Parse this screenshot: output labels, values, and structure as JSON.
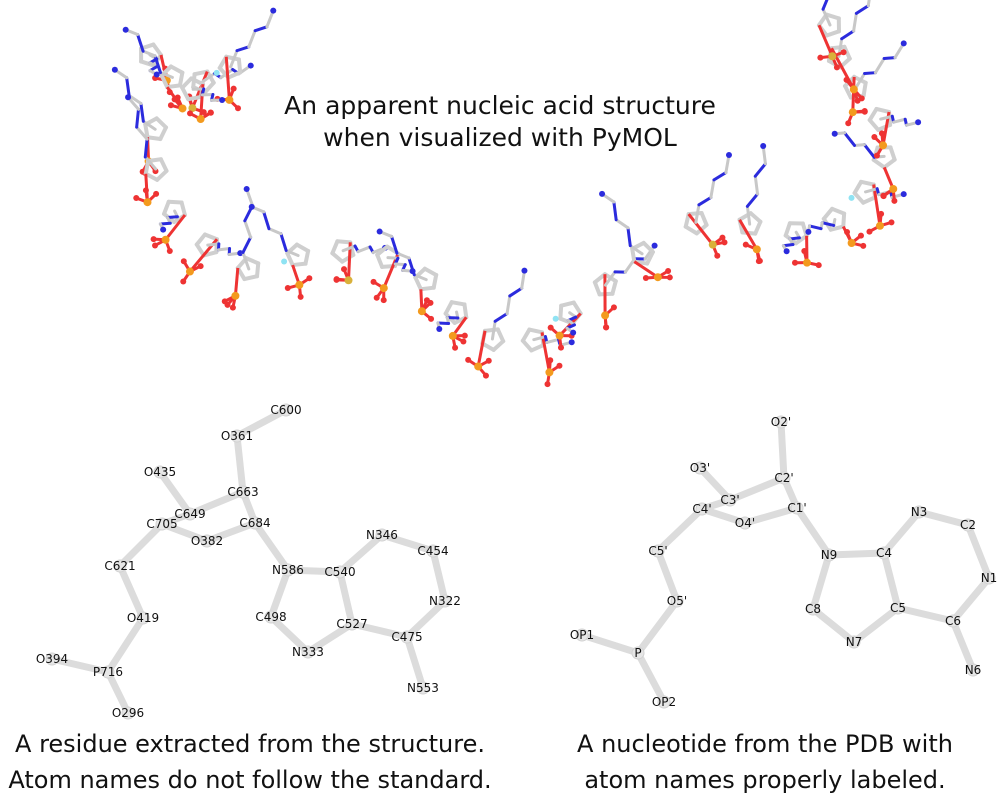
{
  "title": {
    "line1": "An apparent nucleic acid structure",
    "line2": "when visualized with PyMOL"
  },
  "captions": {
    "left": {
      "line1": "A residue extracted from the structure.",
      "line2": "Atom names do not follow the standard."
    },
    "right": {
      "line1": "A nucleotide from the PDB with",
      "line2": "atom names properly labeled."
    }
  },
  "colors": {
    "carbon": "#d9d9d9",
    "nitrogen": "#2b2bdd",
    "oxygen": "#ee3333",
    "phosphorus": "#f39a1e",
    "sulfur": "#d9b13a",
    "fluorine": "#8fe3f3"
  },
  "left_residue": {
    "atoms": [
      {
        "id": "C600",
        "label": "C600"
      },
      {
        "id": "O361",
        "label": "O361"
      },
      {
        "id": "O435",
        "label": "O435"
      },
      {
        "id": "C663",
        "label": "C663"
      },
      {
        "id": "C649",
        "label": "C649"
      },
      {
        "id": "C705",
        "label": "C705"
      },
      {
        "id": "C684",
        "label": "C684"
      },
      {
        "id": "O382",
        "label": "O382"
      },
      {
        "id": "N346",
        "label": "N346"
      },
      {
        "id": "C454",
        "label": "C454"
      },
      {
        "id": "C621",
        "label": "C621"
      },
      {
        "id": "N586",
        "label": "N586"
      },
      {
        "id": "C540",
        "label": "C540"
      },
      {
        "id": "N322",
        "label": "N322"
      },
      {
        "id": "O419",
        "label": "O419"
      },
      {
        "id": "C498",
        "label": "C498"
      },
      {
        "id": "C527",
        "label": "C527"
      },
      {
        "id": "C475",
        "label": "C475"
      },
      {
        "id": "N333",
        "label": "N333"
      },
      {
        "id": "O394",
        "label": "O394"
      },
      {
        "id": "P716",
        "label": "P716"
      },
      {
        "id": "N553",
        "label": "N553"
      },
      {
        "id": "O296",
        "label": "O296"
      }
    ]
  },
  "right_residue": {
    "atoms": [
      {
        "id": "O2p",
        "label": "O2'"
      },
      {
        "id": "O3p",
        "label": "O3'"
      },
      {
        "id": "C2p",
        "label": "C2'"
      },
      {
        "id": "C3p",
        "label": "C3'"
      },
      {
        "id": "C4p",
        "label": "C4'"
      },
      {
        "id": "C1p",
        "label": "C1'"
      },
      {
        "id": "O4p",
        "label": "O4'"
      },
      {
        "id": "N3",
        "label": "N3"
      },
      {
        "id": "C2",
        "label": "C2"
      },
      {
        "id": "C5p",
        "label": "C5'"
      },
      {
        "id": "N9",
        "label": "N9"
      },
      {
        "id": "C4",
        "label": "C4"
      },
      {
        "id": "N1",
        "label": "N1"
      },
      {
        "id": "O5p",
        "label": "O5'"
      },
      {
        "id": "C8",
        "label": "C8"
      },
      {
        "id": "C5",
        "label": "C5"
      },
      {
        "id": "C6",
        "label": "C6"
      },
      {
        "id": "OP1",
        "label": "OP1"
      },
      {
        "id": "P",
        "label": "P"
      },
      {
        "id": "N7",
        "label": "N7"
      },
      {
        "id": "N6",
        "label": "N6"
      },
      {
        "id": "OP2",
        "label": "OP2"
      }
    ]
  }
}
